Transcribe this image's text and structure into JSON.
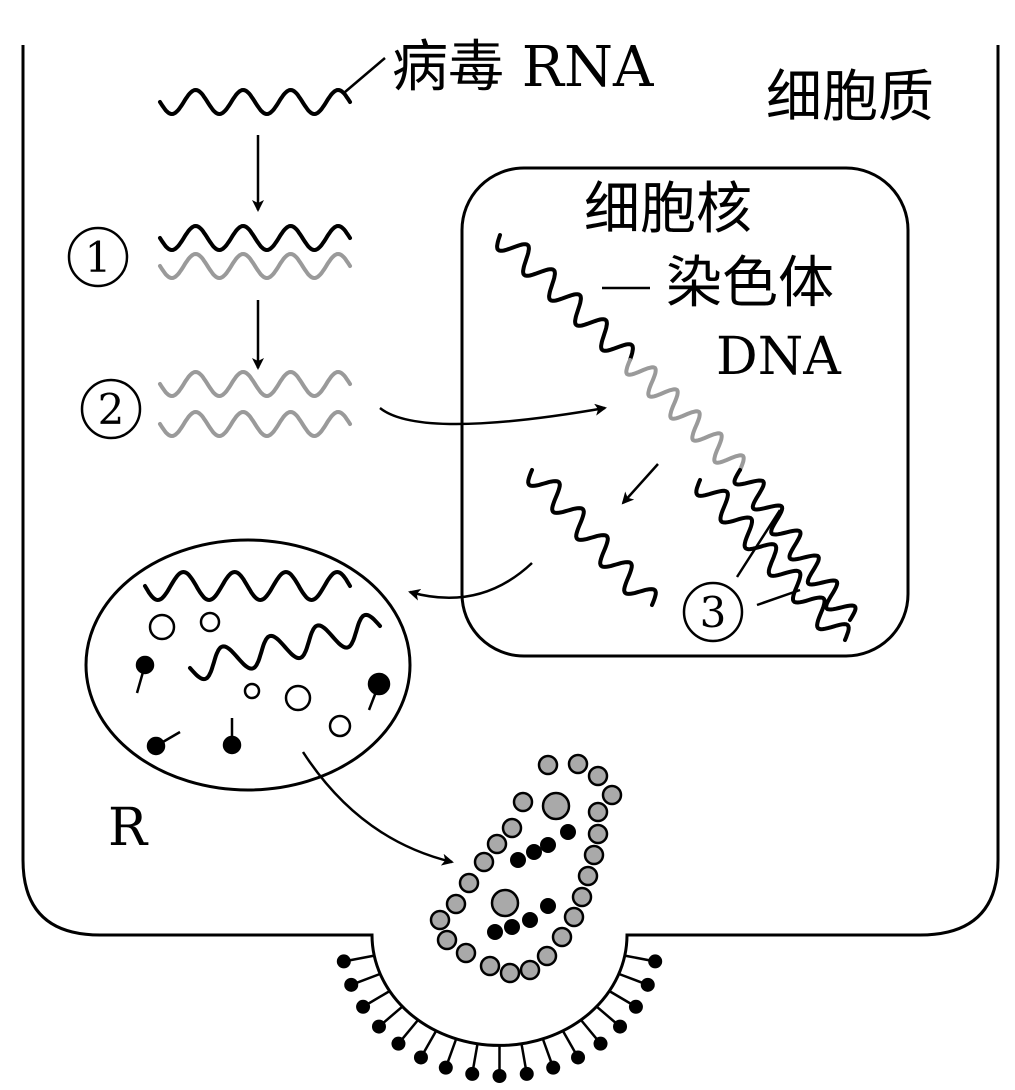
{
  "labels": {
    "viral_rna": "病毒 RNA",
    "cytoplasm": "细胞质",
    "nucleus": "细胞核",
    "chromosome": "染色体",
    "dna": "DNA",
    "step1": "1",
    "step2": "2",
    "step3": "3",
    "region_r": "R"
  },
  "colors": {
    "ink": "#000000",
    "rna_gray": "#9a9a9a",
    "capsid_gray": "#a9a9a9",
    "background": "#ffffff"
  }
}
